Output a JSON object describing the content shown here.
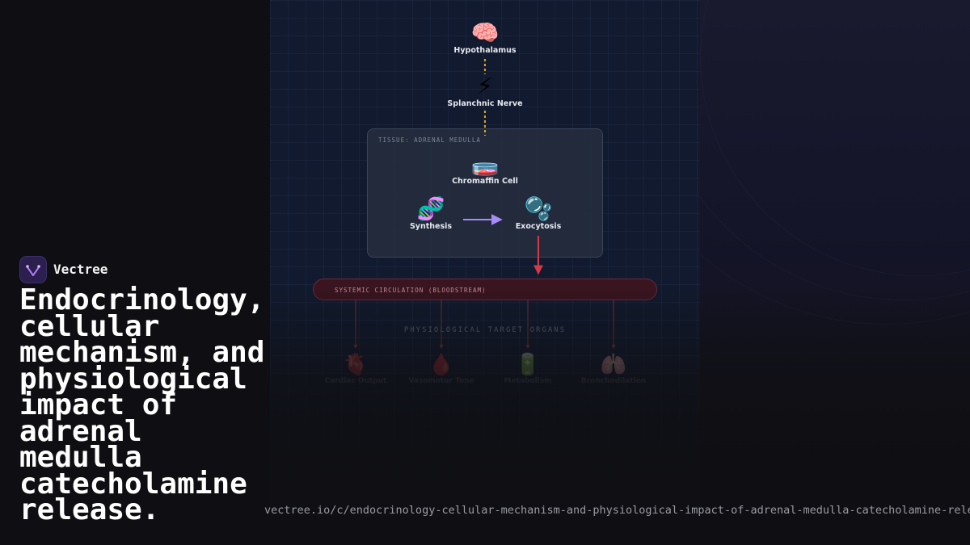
{
  "diagram": {
    "nodes": {
      "hypothalamus": {
        "icon": "🧠",
        "label": "Hypothalamus"
      },
      "splanchnic": {
        "icon": "⚡",
        "label": "Splanchnic Nerve"
      },
      "chromaffin": {
        "icon": "🧫",
        "label": "Chromaffin Cell"
      },
      "synthesis": {
        "icon": "🧬",
        "label": "Synthesis"
      },
      "exocytosis": {
        "icon": "🫧",
        "label": "Exocytosis"
      }
    },
    "tissue_label": "TISSUE: ADRENAL MEDULLA",
    "bloodstream_label": "SYSTEMIC CIRCULATION (BLOODSTREAM)",
    "targets_title": "PHYSIOLOGICAL TARGET ORGANS",
    "organs": [
      {
        "icon": "🫀",
        "label": "Cardiac Output"
      },
      {
        "icon": "🩸",
        "label": "Vasomotor Tone"
      },
      {
        "icon": "🔋",
        "label": "Metabolism"
      },
      {
        "icon": "🫁",
        "label": "Bronchodilation"
      }
    ],
    "colors": {
      "nerve": "#e0a21b",
      "flow": "#a78bfa",
      "blood": "#d23a48"
    }
  },
  "brand": {
    "name": "Vectree"
  },
  "headline": "Endocrinology, cellular mechanism, and physiological impact of adrenal medulla catecholamine release.",
  "url": "vectree.io/c/endocrinology-cellular-mechanism-and-physiological-impact-of-adrenal-medulla-catecholamine-release"
}
